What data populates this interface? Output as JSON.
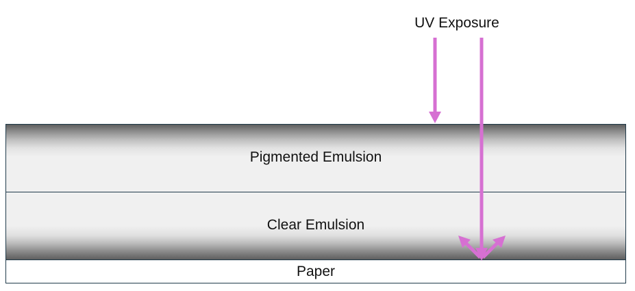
{
  "labels": {
    "uv_exposure": "UV Exposure",
    "pigmented_emulsion": "Pigmented Emulsion",
    "clear_emulsion": "Clear Emulsion",
    "paper": "Paper"
  },
  "colors": {
    "arrow": "#d670d2",
    "layer_border": "#1f3a4a",
    "emulsion_light": "#f0f0f0",
    "emulsion_dark": "#5e5e5e"
  }
}
